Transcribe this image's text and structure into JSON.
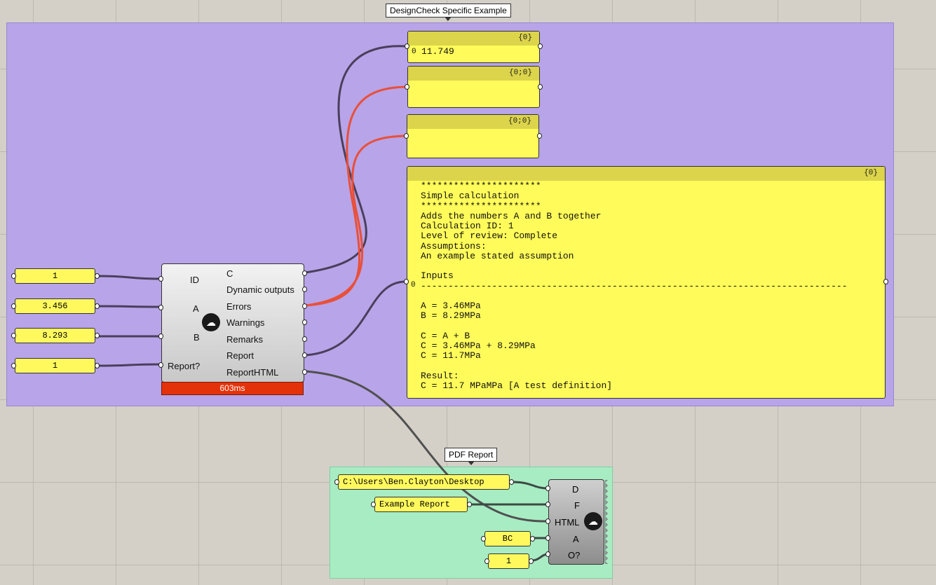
{
  "groups": {
    "main": {
      "title": "DesignCheck Specific Example"
    },
    "pdf": {
      "title": "PDF Report"
    }
  },
  "inputs": {
    "id": "1",
    "a": "3.456",
    "b": "8.293",
    "report": "1"
  },
  "component": {
    "time": "603ms",
    "icon": "cloud-icon",
    "inputs": [
      "ID",
      "A",
      "B",
      "Report?"
    ],
    "outputs": [
      "C",
      "Dynamic outputs",
      "Errors",
      "Warnings",
      "Remarks",
      "Report",
      "ReportHTML"
    ]
  },
  "panels": {
    "c": {
      "path": "{0}",
      "index": "0",
      "value": "11.749"
    },
    "errors": {
      "path": "{0;0}"
    },
    "warnings": {
      "path": "{0;0}"
    },
    "report": {
      "path": "{0}",
      "index": "0",
      "text": "**********************\nSimple calculation\n**********************\nAdds the numbers A and B together\nCalculation ID: 1\nLevel of review: Complete\nAssumptions:\nAn example stated assumption\n\nInputs\n------------------------------------------------------------------------------\n\nA = 3.46MPa\nB = 8.29MPa\n\nC = A + B\nC = 3.46MPa + 8.29MPa\nC = 11.7MPa\n\nResult:\nC = 11.7 MPaMPa [A test definition]"
    }
  },
  "pdf": {
    "directory": "C:\\Users\\Ben.Clayton\\Desktop",
    "filename": "Example Report",
    "author": "BC",
    "open": "1",
    "inputs": [
      "D",
      "F",
      "HTML",
      "A",
      "O?"
    ]
  },
  "colors": {
    "group_main": "#b8a4e8",
    "group_pdf": "#a8ecc4",
    "panel": "#fffb5a",
    "wire": "#4a3f5c",
    "wire_error": "#e8503a",
    "time_bar": "#e33209"
  }
}
